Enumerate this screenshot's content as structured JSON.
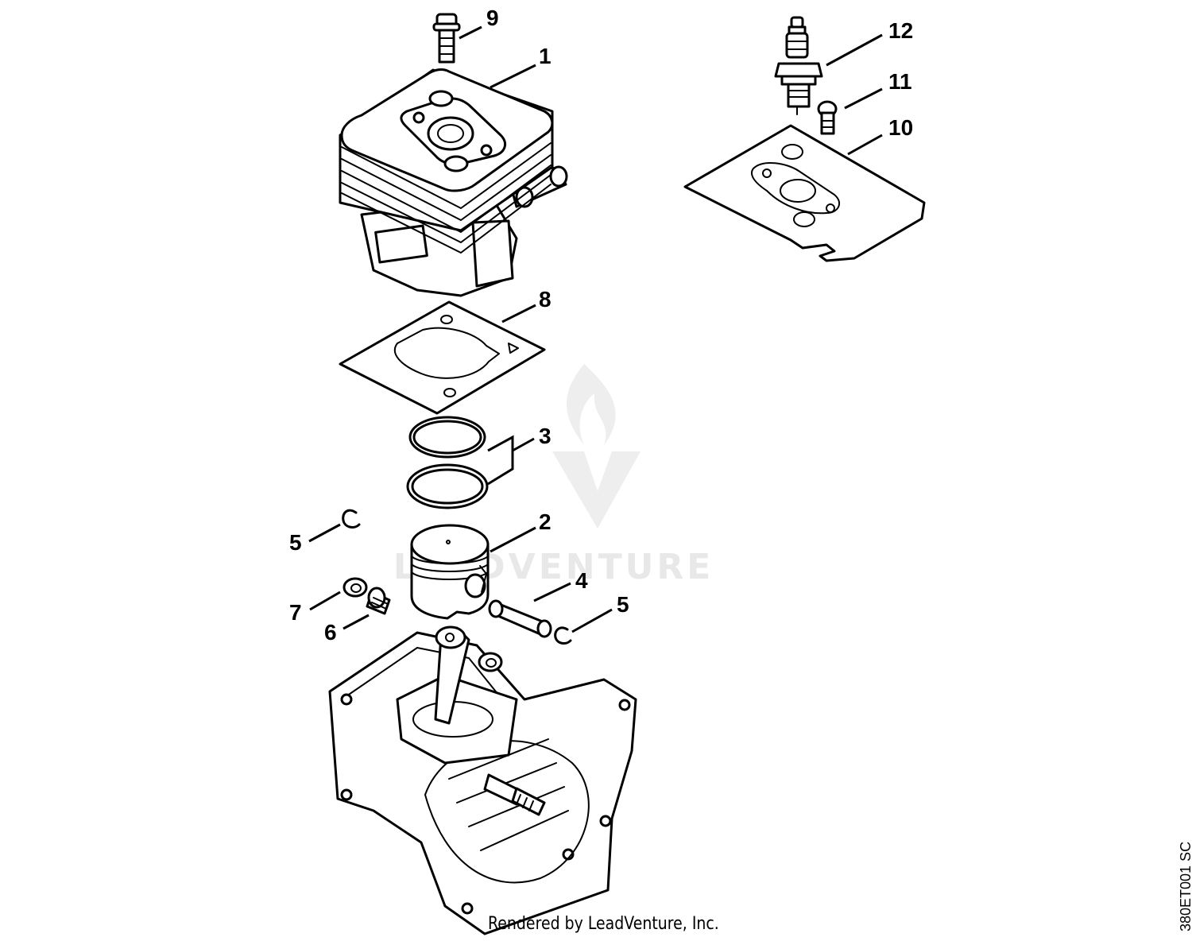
{
  "watermark": {
    "text": "LEADVENTURE"
  },
  "footer": {
    "text": "Rendered by LeadVenture, Inc."
  },
  "diagram_code": "380ET001 SC",
  "callouts": {
    "c1": "1",
    "c2": "2",
    "c3": "3",
    "c4": "4",
    "c5a": "5",
    "c5b": "5",
    "c6": "6",
    "c7": "7",
    "c8": "8",
    "c9": "9",
    "c10": "10",
    "c11": "11",
    "c12": "12"
  }
}
